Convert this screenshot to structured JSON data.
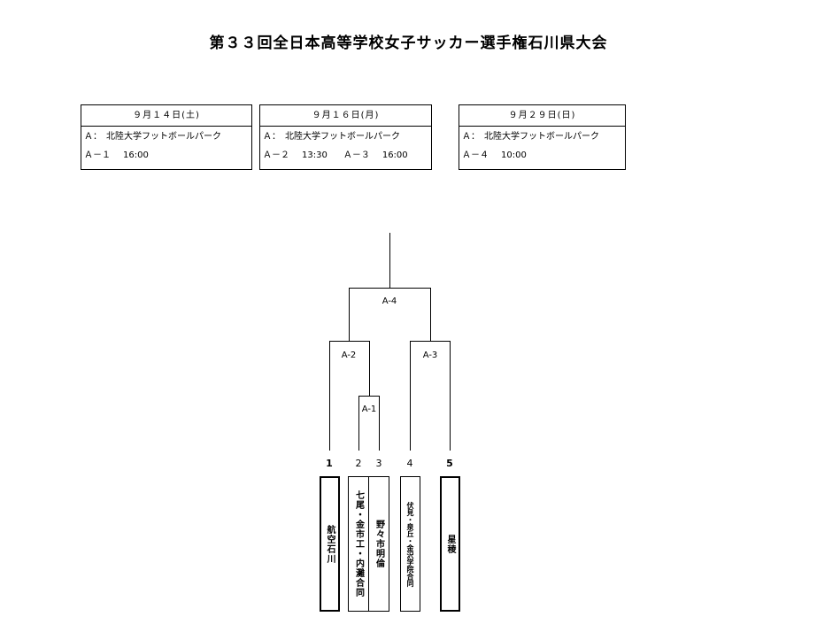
{
  "title": "第３３回全日本高等学校女子サッカー選手権石川県大会",
  "schedule": [
    {
      "date": "９月１４日(土)",
      "venue": "Ａ：　北陸大学フットボールパーク",
      "matches": [
        {
          "id": "Ａ－１",
          "time": "16:00"
        }
      ]
    },
    {
      "date": "９月１６日(月)",
      "venue": "Ａ：　北陸大学フットボールパーク",
      "matches": [
        {
          "id": "Ａ－２",
          "time": "13:30"
        },
        {
          "id": "Ａ－３",
          "time": "16:00"
        }
      ]
    },
    {
      "date": "９月２９日(日)",
      "venue": "Ａ：　北陸大学フットボールパーク",
      "matches": [
        {
          "id": "Ａ－４",
          "time": "10:00"
        }
      ]
    }
  ],
  "bracket": {
    "matches": [
      "A-1",
      "A-2",
      "A-3",
      "A-4"
    ],
    "seeds": [
      "1",
      "2",
      "3",
      "4",
      "5"
    ],
    "teams": [
      "航空石川",
      "七尾・金市工・内灘合同",
      "野々市明倫",
      "伏見・泉丘・金沢学院合同",
      "星稜"
    ]
  }
}
